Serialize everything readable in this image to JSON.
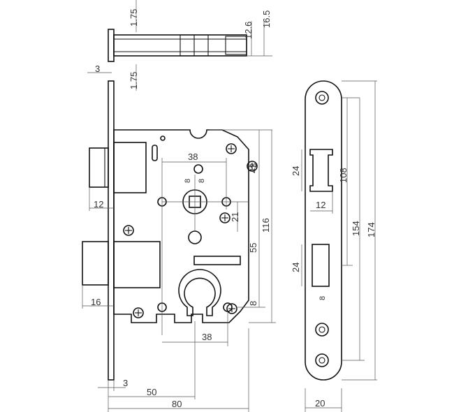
{
  "dimensions": {
    "top_view": {
      "d_1_75_top": "1.75",
      "d_3": "3",
      "d_1_75_bottom": "1.75",
      "d_12_6": "12.6",
      "d_16_5": "16.5"
    },
    "front_view": {
      "d_38_top": "38",
      "d_8_left": "8",
      "d_8_right": "8",
      "d_43": "43",
      "d_21": "21",
      "d_116": "116",
      "d_55": "55",
      "d_8_bottom": "8",
      "d_12": "12",
      "d_16": "16",
      "d_38_bottom": "38",
      "d_3_bottom": "3",
      "d_50": "50",
      "d_80": "80"
    },
    "faceplate_view": {
      "d_24_top": "24",
      "d_108": "108",
      "d_154": "154",
      "d_174": "174",
      "d_12": "12",
      "d_24_bottom": "24",
      "d_8": "8",
      "d_20": "20"
    }
  }
}
